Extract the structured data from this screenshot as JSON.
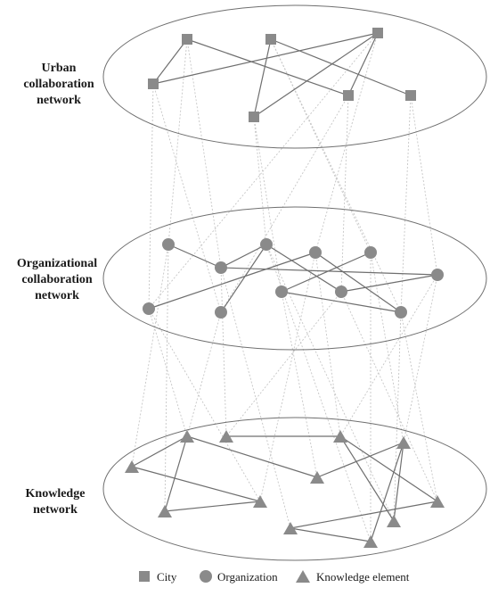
{
  "layers": {
    "urban": {
      "label_lines": [
        "Urban",
        "collaboration",
        "network"
      ]
    },
    "organizational": {
      "label_lines": [
        "Organizational",
        "collaboration",
        "network"
      ]
    },
    "knowledge": {
      "label_lines": [
        "Knowledge",
        "network"
      ]
    }
  },
  "legend": {
    "city": {
      "label": "City",
      "icon": "square-icon"
    },
    "organization": {
      "label": "Organization",
      "icon": "circle-icon"
    },
    "knowledge_element": {
      "label": "Knowledge element",
      "icon": "triangle-icon"
    }
  },
  "colors": {
    "node_fill": "#8a8a8a",
    "edge": "#6f6f6f",
    "inter_layer_edge": "#c6c6c6",
    "ellipse_stroke": "#6f6f6f"
  }
}
